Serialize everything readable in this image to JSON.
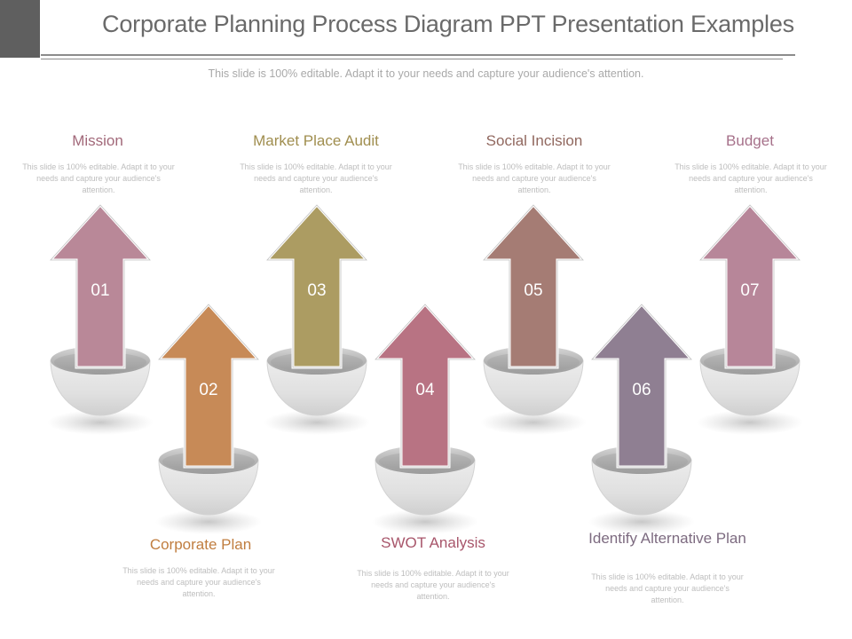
{
  "header": {
    "title": "Corporate Planning Process Diagram PPT Presentation Examples",
    "subtitle": "This slide is 100% editable. Adapt it to your needs and capture your audience's attention."
  },
  "stages": [
    {
      "number": "01",
      "label": "Mission",
      "description": "This slide is 100% editable. Adapt it to your needs and capture your audience's attention.",
      "color": "#b98898",
      "label_color": "#a2697a"
    },
    {
      "number": "02",
      "label": "Corporate Plan",
      "description": "This slide is 100% editable. Adapt it to your needs and capture your audience's attention.",
      "color": "#c78a57",
      "label_color": "#c07d3f"
    },
    {
      "number": "03",
      "label": "Market Place Audit",
      "description": "This slide is 100% editable. Adapt it to your needs and capture your audience's attention.",
      "color": "#ac9c62",
      "label_color": "#a08e4f"
    },
    {
      "number": "04",
      "label": "SWOT Analysis",
      "description": "This slide is 100% editable. Adapt it to your needs and capture your audience's attention.",
      "color": "#b87383",
      "label_color": "#a8566b"
    },
    {
      "number": "05",
      "label": "Social Incision",
      "description": "This slide is 100% editable. Adapt it to your needs and capture your audience's attention.",
      "color": "#a57c74",
      "label_color": "#91685f"
    },
    {
      "number": "06",
      "label": "Identify Alternative Plan",
      "description": "This slide is 100% editable. Adapt it to your needs and capture your audience's attention.",
      "color": "#8f7f92",
      "label_color": "#7d6b80"
    },
    {
      "number": "07",
      "label": "Budget",
      "description": "This slide is 100% editable. Adapt it to your needs and capture your audience's attention.",
      "color": "#b78699",
      "label_color": "#a6718a"
    }
  ]
}
